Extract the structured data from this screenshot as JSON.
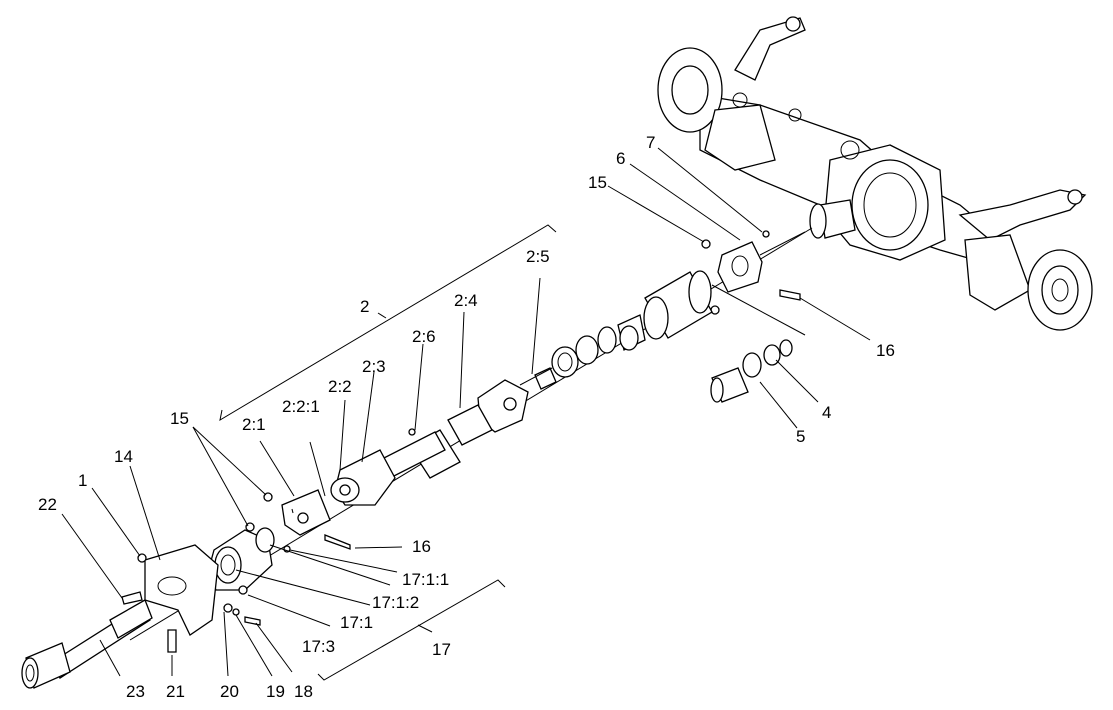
{
  "labels": {
    "l1": "1",
    "l2": "2",
    "l2_1": "2:1",
    "l2_2": "2:2",
    "l2_2_1": "2:2:1",
    "l2_3": "2:3",
    "l2_4": "2:4",
    "l2_5": "2:5",
    "l2_6": "2:6",
    "l4": "4",
    "l5": "5",
    "l6": "6",
    "l7": "7",
    "l14": "14",
    "l15a": "15",
    "l15b": "15",
    "l16a": "16",
    "l16b": "16",
    "l17": "17",
    "l17_1": "17:1",
    "l17_1_1": "17:1:1",
    "l17_1_2": "17:1:2",
    "l17_3": "17:3",
    "l18": "18",
    "l19": "19",
    "l20": "20",
    "l21": "21",
    "l22": "22",
    "l23": "23"
  }
}
